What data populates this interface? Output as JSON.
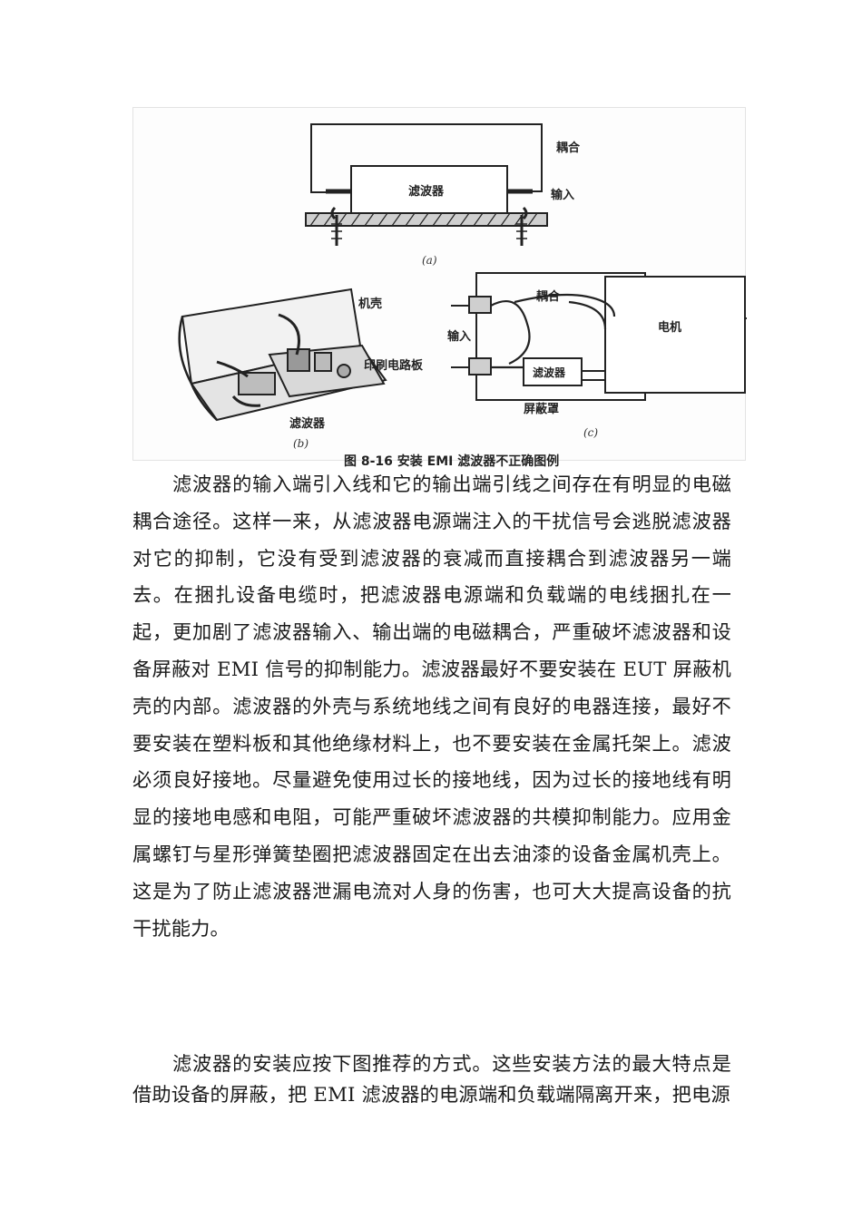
{
  "figure": {
    "a": {
      "coupling": "耦合",
      "filter": "滤波器",
      "input": "输入",
      "sub": "(a)"
    },
    "b": {
      "chassis": "机壳",
      "pcb": "印刷电路板",
      "filter": "滤波器",
      "sub": "(b)"
    },
    "c": {
      "coupling": "耦合",
      "input": "输入",
      "motor": "电机",
      "filter": "滤波器",
      "shield": "屏蔽罩",
      "sub": "(c)"
    },
    "caption": "图 8-16   安装 EMI 滤波器不正确图例"
  },
  "paragraphs": [
    "滤波器的输入端引入线和它的输出端引线之间存在有明显的电磁耦合途径。这样一来，从滤波器电源端注入的干扰信号会逃脱滤波器对它的抑制，它没有受到滤波器的衰减而直接耦合到滤波器另一端去。在捆扎设备电缆时，把滤波器电源端和负载端的电线捆扎在一起，更加剧了滤波器输入、输出端的电磁耦合，严重破坏滤波器和设备屏蔽对 EMI 信号的抑制能力。滤波器最好不要安装在 EUT 屏蔽机壳的内部。滤波器的外壳与系统地线之间有良好的电器连接，最好不要安装在塑料板和其他绝缘材料上，也不要安装在金属托架上。滤波必须良好接地。尽量避免使用过长的接地线，因为过长的接地线有明显的接地电感和电阻，可能严重破坏滤波器的共模抑制能力。应用金属螺钉与星形弹簧垫圈把滤波器固定在出去油漆的设备金属机壳上。这是为了防止滤波器泄漏电流对人身的伤害，也可大大提高设备的抗干扰能力。",
    "滤波器的安装应按下图推荐的方式。这些安装方法的最大特点是借助设备的屏蔽，把 EMI 滤波器的电源端和负载端隔离开来，把电源"
  ]
}
